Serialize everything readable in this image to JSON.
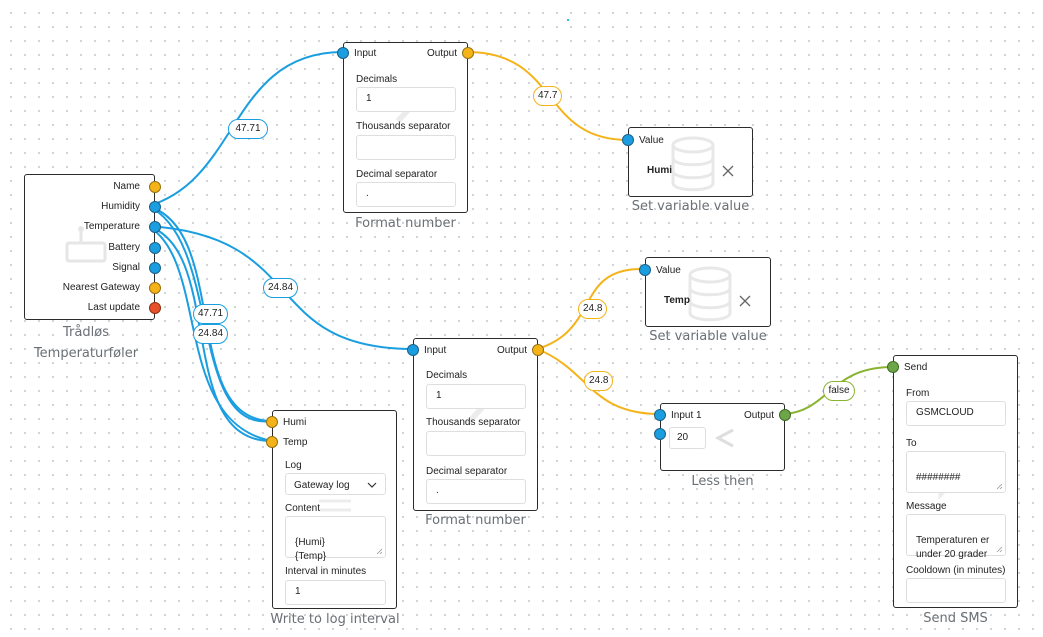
{
  "colors": {
    "blue": "#1a9ee0",
    "orange": "#f5b31a",
    "green": "#8ab330",
    "red": "#e8522a"
  },
  "sensor": {
    "title_line1": "Trådløs",
    "title_line2": "Temperaturføler",
    "ports": [
      {
        "label": "Name",
        "color": "orange"
      },
      {
        "label": "Humidity",
        "color": "blue"
      },
      {
        "label": "Temperature",
        "color": "blue"
      },
      {
        "label": "Battery",
        "color": "blue"
      },
      {
        "label": "Signal",
        "color": "blue"
      },
      {
        "label": "Nearest Gateway",
        "color": "orange"
      },
      {
        "label": "Last update",
        "color": "red"
      }
    ],
    "icon": "chip-icon"
  },
  "format1": {
    "title": "Format number",
    "input_label": "Input",
    "output_label": "Output",
    "decimals_label": "Decimals",
    "decimals_value": "1",
    "thousands_label": "Thousands separator",
    "thousands_value": "",
    "decimal_sep_label": "Decimal separator",
    "decimal_sep_value": "."
  },
  "format2": {
    "title": "Format number",
    "input_label": "Input",
    "output_label": "Output",
    "decimals_label": "Decimals",
    "decimals_value": "1",
    "thousands_label": "Thousands separator",
    "thousands_value": "",
    "decimal_sep_label": "Decimal separator",
    "decimal_sep_value": "."
  },
  "setvar1": {
    "title": "Set variable value",
    "port_label": "Value",
    "variable": "Humi",
    "icon": "database-icon"
  },
  "setvar2": {
    "title": "Set variable value",
    "port_label": "Value",
    "variable": "Temp",
    "icon": "database-icon"
  },
  "less": {
    "title": "Less then",
    "input1_label": "Input 1",
    "output_label": "Output",
    "compare_value": "20",
    "icon": "less-than-icon"
  },
  "log": {
    "title": "Write to log interval",
    "ports": [
      {
        "label": "Humi",
        "color": "orange"
      },
      {
        "label": "Temp",
        "color": "orange"
      }
    ],
    "log_label": "Log",
    "log_value": "Gateway log",
    "content_label": "Content",
    "content_value": "{Humi}\n{Temp}",
    "interval_label": "Interval in minutes",
    "interval_value": "1"
  },
  "sms": {
    "title": "Send SMS",
    "port_label": "Send",
    "from_label": "From",
    "from_value": "GSMCLOUD",
    "to_label": "To",
    "to_value": "########",
    "message_label": "Message",
    "message_value": "Temperaturen er\nunder 20 grader",
    "cooldown_label": "Cooldown (in minutes)",
    "cooldown_value": "",
    "icon": "chat-bubble-icon"
  },
  "wires": {
    "humidity_to_format": "47.71",
    "format_to_humi": "47.7",
    "temperature_to_format": "24.84",
    "humidity_to_log": "47.71",
    "temperature_to_log": "24.84",
    "format_to_temp": "24.8",
    "format_to_less": "24.8",
    "less_to_sms": "false"
  }
}
